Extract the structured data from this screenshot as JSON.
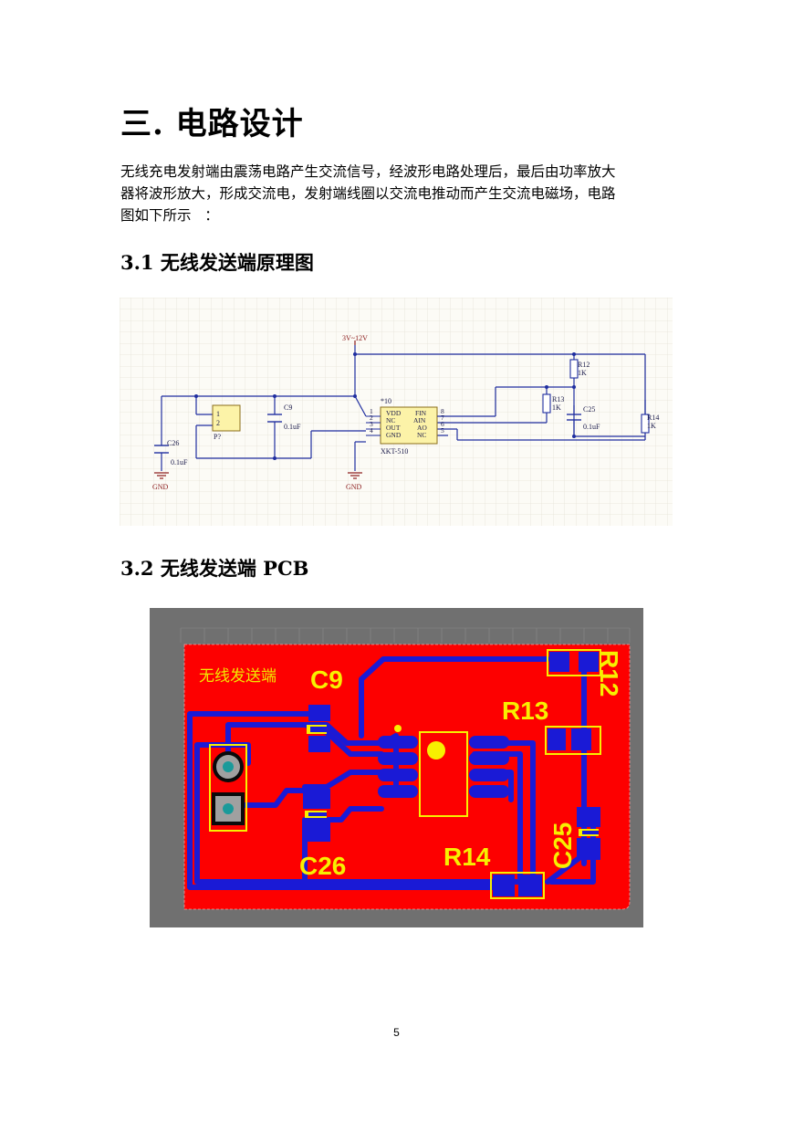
{
  "page": {
    "heading": "三. 电路设计",
    "paragraph_lines": [
      "无线充电发射端由震荡电路产生交流信号，经波形电路处理后，最后由功率放大",
      "器将波形放大，形成交流电，发射端线圈以交流电推动而产生交流电磁场，电路",
      "图如下所示   ："
    ],
    "section_1": "3.1 无线发送端原理图",
    "section_2": "3.2 无线发送端 PCB",
    "page_number": "5"
  },
  "schematic": {
    "supply": "3V~12V",
    "gnd_left": "GND",
    "gnd_mid": "GND",
    "c26": "C26",
    "c26_val": "0.1uF",
    "conn_pins": [
      "1",
      "2"
    ],
    "conn_name": "P?",
    "c9": "C9",
    "c9_val": "0.1uF",
    "ic_ref": "*10",
    "ic_part": "XKT-510",
    "ic_left_pins": [
      "VDD",
      "NC",
      "OUT",
      "GND"
    ],
    "ic_right_pins": [
      "FIN",
      "AIN",
      "AO",
      "NC"
    ],
    "ic_left_nums": [
      "1",
      "2",
      "3",
      "4"
    ],
    "ic_right_nums": [
      "8",
      "7",
      "6",
      "5"
    ],
    "r12": "R12",
    "r12_val": "1K",
    "r13": "R13",
    "r13_val": "1K",
    "c25": "C25",
    "c25_val": "0.1uF",
    "r14": "R14",
    "r14_val": "1K"
  },
  "pcb": {
    "board_text": "无线发送端",
    "labels": {
      "c9": "C9",
      "r13": "R13",
      "r12": "R12",
      "c26": "C26",
      "r14": "R14",
      "c25": "C25"
    }
  }
}
